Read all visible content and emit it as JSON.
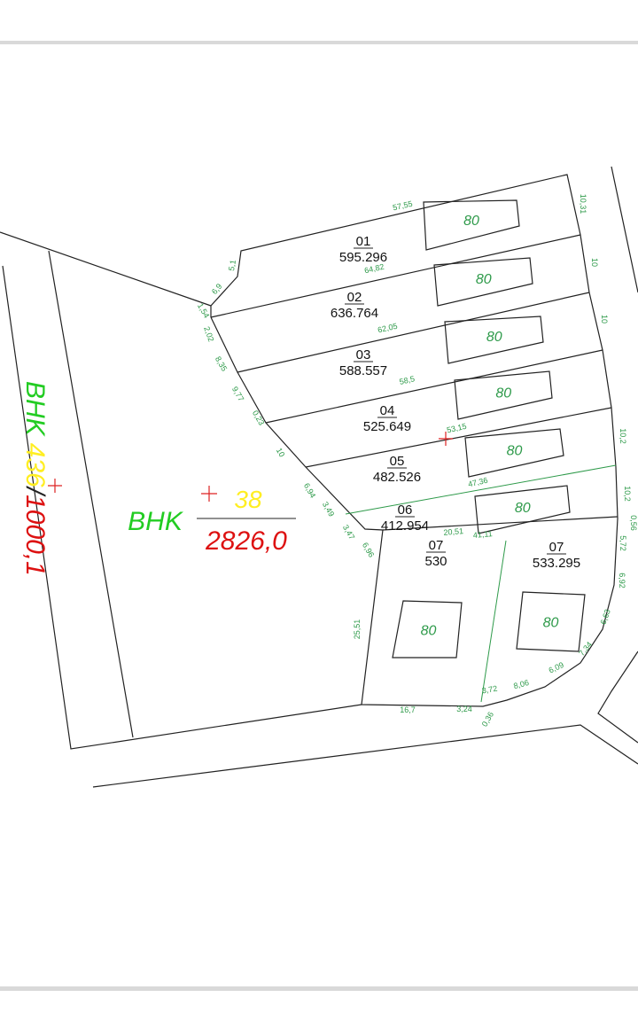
{
  "colors": {
    "line": "#222222",
    "dimension": "#2e9a4a",
    "label_green": "#22cc22",
    "label_yellow": "#ffee22",
    "label_red": "#dd1111",
    "marker": "#dd2222"
  },
  "parcels": [
    {
      "id": "01",
      "area": "595.296"
    },
    {
      "id": "02",
      "area": "636.764"
    },
    {
      "id": "03",
      "area": "588.557"
    },
    {
      "id": "04",
      "area": "525.649"
    },
    {
      "id": "05",
      "area": "482.526"
    },
    {
      "id": "06",
      "area": "412.954"
    },
    {
      "id": "07",
      "area": "530"
    },
    {
      "id": "07",
      "area": "533.295"
    }
  ],
  "building_label": "80",
  "main_parcel": {
    "prefix": "BHK",
    "number": "38",
    "area": "2826,0"
  },
  "side_parcel": {
    "prefix": "BHK",
    "number": "436",
    "separator": "/",
    "area": "1000,1"
  },
  "dimensions": [
    "57,55",
    "10,31",
    "64,82",
    "10",
    "62,05",
    "10",
    "58,5",
    "53,15",
    "10,2",
    "47,36",
    "10,2",
    "0,56",
    "41,11",
    "5,72",
    "20,51",
    "6,92",
    "6,63",
    "7,34",
    "6,09",
    "8,06",
    "3,72",
    "3,24",
    "0,36",
    "16,7",
    "25,51",
    "5,1",
    "6,9",
    "1,54",
    "2,02",
    "8,35",
    "9,77",
    "0,23",
    "10",
    "6,94",
    "3,49",
    "3,47",
    "6,96"
  ]
}
